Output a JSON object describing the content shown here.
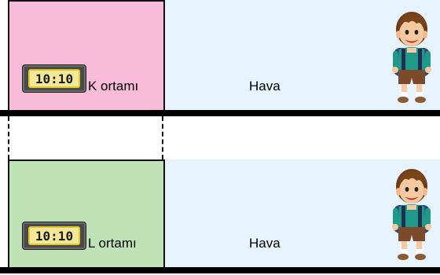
{
  "top_setup": {
    "clock_time": "10:10",
    "room_label": "K ortamı",
    "air_label": "Hava"
  },
  "bottom_setup": {
    "clock_time": "10:10",
    "room_label": "L ortamı",
    "air_label": "Hava"
  },
  "colors": {
    "room_k": "#f8bcd8",
    "room_l": "#bfe2b7",
    "air": "#e7f3fd"
  },
  "icons": {
    "clock": "digital-clock-icon",
    "person": "schoolboy-with-backpack-icon"
  }
}
